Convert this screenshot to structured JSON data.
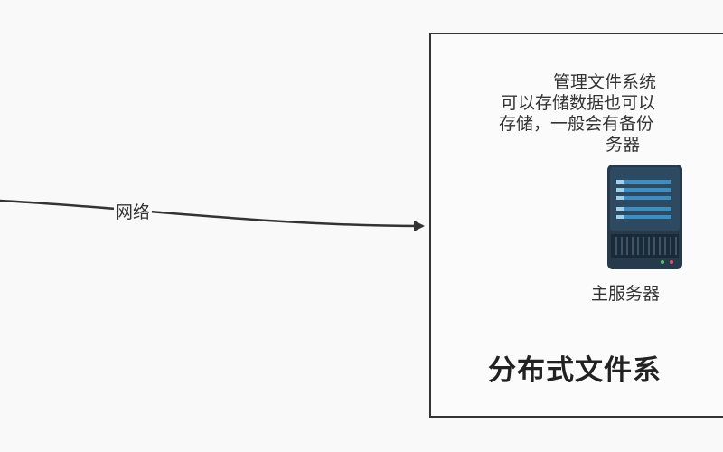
{
  "edge": {
    "label": "网络"
  },
  "container": {
    "title": "分布式文件系",
    "description": {
      "line1": "管理文件系统",
      "line2": "可以存储数据也可以",
      "line3": "存储，一般会有备份",
      "line4": "务器"
    }
  },
  "server": {
    "label": "主服务器",
    "icon": "server-rack-icon"
  },
  "colors": {
    "background": "#f9f9f9",
    "stroke": "#333333",
    "server_body": "#263a4c",
    "server_slot": "#3a8fc4"
  }
}
